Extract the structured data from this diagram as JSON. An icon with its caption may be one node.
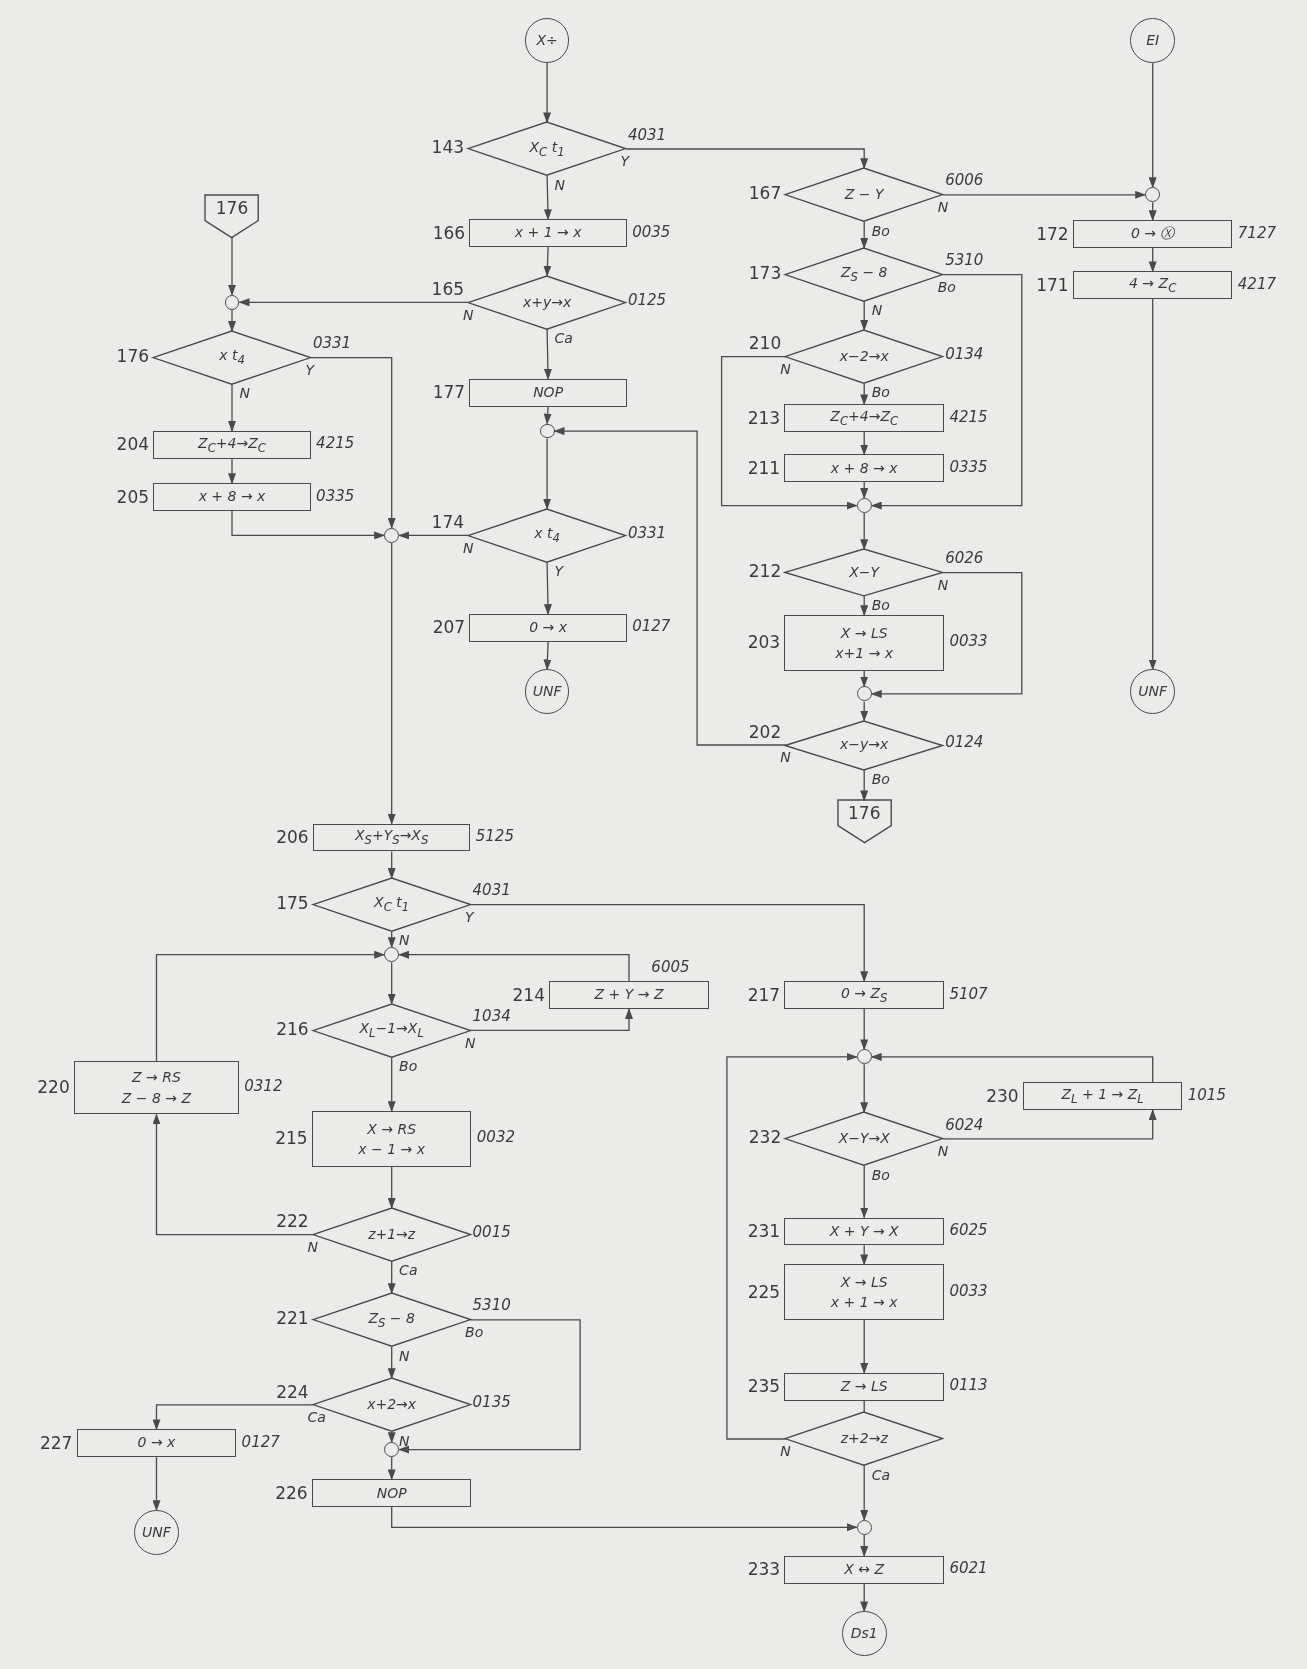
{
  "diagram": {
    "nodes": [
      {
        "text": [
          "X÷"
        ]
      },
      {
        "text": [
          "X$_{C}$ t$_{1}$"
        ],
        "beside": [
          "143",
          "4031"
        ]
      },
      {
        "text": [
          "x + 1 → x"
        ],
        "beside": [
          "166",
          "0035"
        ]
      },
      {
        "text": [
          "x+y→x"
        ],
        "beside": [
          "165",
          "0125"
        ]
      },
      {
        "text": [
          "NOP"
        ],
        "beside": [
          "177"
        ]
      },
      {
        "text": [],
        "shape": "circle"
      },
      {
        "text": [
          "x t$_{4}$"
        ],
        "beside": [
          "174",
          "0331"
        ]
      },
      {
        "text": [
          "0 → x"
        ],
        "beside": [
          "207",
          "0127"
        ]
      },
      {
        "text": [
          "UNF"
        ]
      },
      {
        "text": [
          "176"
        ]
      },
      {
        "text": [],
        "shape": "circle"
      },
      {
        "text": [
          "x t$_{4}$"
        ],
        "beside": [
          "176",
          "0331"
        ]
      },
      {
        "text": [
          "Z$_{C}$+4→Z$_{C}$"
        ],
        "beside": [
          "204",
          "4215"
        ]
      },
      {
        "text": [
          "x + 8 → x"
        ],
        "beside": [
          "205",
          "0335"
        ]
      },
      {
        "text": [],
        "shape": "circle"
      },
      {
        "text": [
          "X$_{S}$+Y$_{S}$→X$_{S}$"
        ],
        "beside": [
          "206",
          "5125"
        ]
      },
      {
        "text": [
          "X$_{C}$ t$_{1}$"
        ],
        "beside": [
          "175",
          "4031"
        ]
      },
      {
        "text": [],
        "shape": "circle"
      },
      {
        "text": [
          "Z + Y → Z"
        ],
        "beside": [
          "214",
          "6005"
        ]
      },
      {
        "text": [
          "X$_{L}$−1→X$_{L}$"
        ],
        "beside": [
          "216",
          "1034"
        ]
      },
      {
        "text": [
          "Z → RS",
          "Z − 8 → Z"
        ],
        "beside": [
          "220",
          "0312"
        ]
      },
      {
        "text": [
          "X → RS",
          "x − 1 → x"
        ],
        "beside": [
          "215",
          "0032"
        ]
      },
      {
        "text": [
          "z+1→z"
        ],
        "beside": [
          "222",
          "0015"
        ]
      },
      {
        "text": [
          "Z$_{S}$ − 8"
        ],
        "beside": [
          "221",
          "5310"
        ]
      },
      {
        "text": [
          "x+2→x"
        ],
        "beside": [
          "224",
          "0135"
        ]
      },
      {
        "text": [
          "0 → x"
        ],
        "beside": [
          "227",
          "0127"
        ]
      },
      {
        "text": [
          "UNF"
        ]
      },
      {
        "text": [],
        "shape": "circle"
      },
      {
        "text": [
          "NOP"
        ],
        "beside": [
          "226"
        ]
      },
      {
        "text": [
          "EI"
        ]
      },
      {
        "text": [
          "Z − Y"
        ],
        "beside": [
          "167",
          "6006"
        ]
      },
      {
        "text": [],
        "shape": "circle"
      },
      {
        "text": [
          "0 → Ⓧ"
        ],
        "beside": [
          "172",
          "7127"
        ]
      },
      {
        "text": [
          "4 → Z$_{C}$"
        ],
        "beside": [
          "171",
          "4217"
        ]
      },
      {
        "text": [
          "UNF"
        ]
      },
      {
        "text": [
          "Z$_{S}$ − 8"
        ],
        "beside": [
          "173",
          "5310"
        ]
      },
      {
        "text": [
          "x−2→x"
        ],
        "beside": [
          "210",
          "0134"
        ]
      },
      {
        "text": [
          "Z$_{C}$+4→Z$_{C}$"
        ],
        "beside": [
          "213",
          "4215"
        ]
      },
      {
        "text": [
          "x + 8 → x"
        ],
        "beside": [
          "211",
          "0335"
        ]
      },
      {
        "text": [],
        "shape": "circle"
      },
      {
        "text": [
          "X−Y"
        ],
        "beside": [
          "212",
          "6026"
        ]
      },
      {
        "text": [
          "X → LS",
          "x+1 → x"
        ],
        "beside": [
          "203",
          "0033"
        ]
      },
      {
        "text": [],
        "shape": "circle"
      },
      {
        "text": [
          "x−y→x"
        ],
        "beside": [
          "202",
          "0124"
        ]
      },
      {
        "text": [
          "176"
        ]
      },
      {
        "text": [
          "0 → Z$_{S}$"
        ],
        "beside": [
          "217",
          "5107"
        ]
      },
      {
        "text": [],
        "shape": "circle"
      },
      {
        "text": [
          "Z$_{L}$ + 1 → Z$_{L}$"
        ],
        "beside": [
          "230",
          "1015"
        ]
      },
      {
        "text": [
          "X−Y→X"
        ],
        "beside": [
          "232",
          "6024"
        ]
      },
      {
        "text": [
          "X + Y → X"
        ],
        "beside": [
          "231",
          "6025"
        ]
      },
      {
        "text": [
          "X → LS",
          "x + 1 → x"
        ],
        "beside": [
          "225",
          "0033"
        ]
      },
      {
        "text": [
          "Z → LS"
        ],
        "beside": [
          "235",
          "0113"
        ]
      },
      {
        "text": [
          "z+2→z"
        ]
      },
      {
        "text": [],
        "shape": "circle"
      },
      {
        "text": [
          "X ↔ Z"
        ],
        "beside": [
          "233",
          "6021"
        ]
      },
      {
        "text": [
          "Ds1"
        ]
      }
    ],
    "edges": [
      {
        "from": 0,
        "to": 1,
        "arrow": "to"
      },
      {
        "from": 1,
        "to": 30,
        "arrow": "to",
        "label": "Y"
      },
      {
        "from": 1,
        "to": 2,
        "arrow": "to",
        "label": "N"
      },
      {
        "from": 2,
        "to": 3,
        "arrow": "to"
      },
      {
        "from": 3,
        "to": 10,
        "arrow": "to",
        "label": "N"
      },
      {
        "from": 3,
        "to": 4,
        "arrow": "to",
        "label": "Ca"
      },
      {
        "from": 4,
        "to": 5,
        "arrow": "to"
      },
      {
        "from": 5,
        "to": 6,
        "arrow": "to"
      },
      {
        "from": 6,
        "to": 14,
        "arrow": "to",
        "label": "N"
      },
      {
        "from": 6,
        "to": 7,
        "arrow": "to",
        "label": "Y"
      },
      {
        "from": 7,
        "to": 8,
        "arrow": "to"
      },
      {
        "from": 9,
        "to": 10,
        "arrow": "to"
      },
      {
        "from": 10,
        "to": 11,
        "arrow": "to"
      },
      {
        "from": 11,
        "to": 14,
        "arrow": "to",
        "label": "Y"
      },
      {
        "from": 11,
        "to": 12,
        "arrow": "to",
        "label": "N"
      },
      {
        "from": 12,
        "to": 13,
        "arrow": "to"
      },
      {
        "from": 13,
        "to": 14,
        "arrow": "to"
      },
      {
        "from": 14,
        "to": 15,
        "arrow": "to"
      },
      {
        "from": 15,
        "to": 16,
        "arrow": "to"
      },
      {
        "from": 16,
        "to": 45,
        "arrow": "to",
        "label": "Y"
      },
      {
        "from": 16,
        "to": 17,
        "arrow": "to",
        "label": "N"
      },
      {
        "from": 17,
        "to": 19,
        "arrow": "to"
      },
      {
        "from": 19,
        "to": 18,
        "arrow": "to",
        "label": "N"
      },
      {
        "from": 18,
        "to": 17,
        "arrow": "to"
      },
      {
        "from": 19,
        "to": 21,
        "arrow": "to",
        "label": "Bo"
      },
      {
        "from": 21,
        "to": 22,
        "arrow": "to"
      },
      {
        "from": 22,
        "to": 20,
        "arrow": "to",
        "label": "N"
      },
      {
        "from": 20,
        "to": 17,
        "arrow": "to"
      },
      {
        "from": 22,
        "to": 23,
        "arrow": "to",
        "label": "Ca"
      },
      {
        "from": 23,
        "to": 27,
        "arrow": "to",
        "label": "Bo"
      },
      {
        "from": 23,
        "to": 24,
        "arrow": "to",
        "label": "N"
      },
      {
        "from": 24,
        "to": 25,
        "arrow": "to",
        "label": "Ca"
      },
      {
        "from": 24,
        "to": 27,
        "arrow": "to",
        "label": "N"
      },
      {
        "from": 25,
        "to": 26,
        "arrow": "to"
      },
      {
        "from": 27,
        "to": 28,
        "arrow": "to"
      },
      {
        "from": 28,
        "to": 53,
        "arrow": "to"
      },
      {
        "from": 29,
        "to": 31,
        "arrow": "to"
      },
      {
        "from": 30,
        "to": 31,
        "arrow": "to",
        "label": "N"
      },
      {
        "from": 30,
        "to": 35,
        "arrow": "to",
        "label": "Bo"
      },
      {
        "from": 31,
        "to": 32,
        "arrow": "to"
      },
      {
        "from": 32,
        "to": 33,
        "arrow": "to"
      },
      {
        "from": 33,
        "to": 34,
        "arrow": "to"
      },
      {
        "from": 35,
        "to": 39,
        "arrow": "to",
        "label": "Bo"
      },
      {
        "from": 35,
        "to": 36,
        "arrow": "to",
        "label": "N"
      },
      {
        "from": 36,
        "to": 39,
        "arrow": "to",
        "label": "N"
      },
      {
        "from": 36,
        "to": 37,
        "arrow": "to",
        "label": "Bo"
      },
      {
        "from": 37,
        "to": 38,
        "arrow": "to"
      },
      {
        "from": 38,
        "to": 39,
        "arrow": "to"
      },
      {
        "from": 39,
        "to": 40,
        "arrow": "to"
      },
      {
        "from": 40,
        "to": 42,
        "arrow": "to",
        "label": "N"
      },
      {
        "from": 40,
        "to": 41,
        "arrow": "to",
        "label": "Bo"
      },
      {
        "from": 41,
        "to": 42,
        "arrow": "to"
      },
      {
        "from": 42,
        "to": 43,
        "arrow": "to"
      },
      {
        "from": 43,
        "to": 5,
        "arrow": "to",
        "label": "N"
      },
      {
        "from": 43,
        "to": 44,
        "arrow": "to",
        "label": "Bo"
      },
      {
        "from": 45,
        "to": 46,
        "arrow": "to"
      },
      {
        "from": 46,
        "to": 48,
        "arrow": "to"
      },
      {
        "from": 48,
        "to": 47,
        "arrow": "to",
        "label": "N"
      },
      {
        "from": 47,
        "to": 46,
        "arrow": "to"
      },
      {
        "from": 48,
        "to": 49,
        "arrow": "to",
        "label": "Bo"
      },
      {
        "from": 49,
        "to": 50,
        "arrow": "to"
      },
      {
        "from": 50,
        "to": 51,
        "arrow": "to"
      },
      {
        "from": 51,
        "to": 52,
        "arrow": "none"
      },
      {
        "from": 52,
        "to": 46,
        "arrow": "to",
        "label": "N"
      },
      {
        "from": 52,
        "to": 53,
        "arrow": "to",
        "label": "Ca"
      },
      {
        "from": 53,
        "to": 54,
        "arrow": "to"
      },
      {
        "from": 54,
        "to": 55,
        "arrow": "to"
      }
    ]
  }
}
